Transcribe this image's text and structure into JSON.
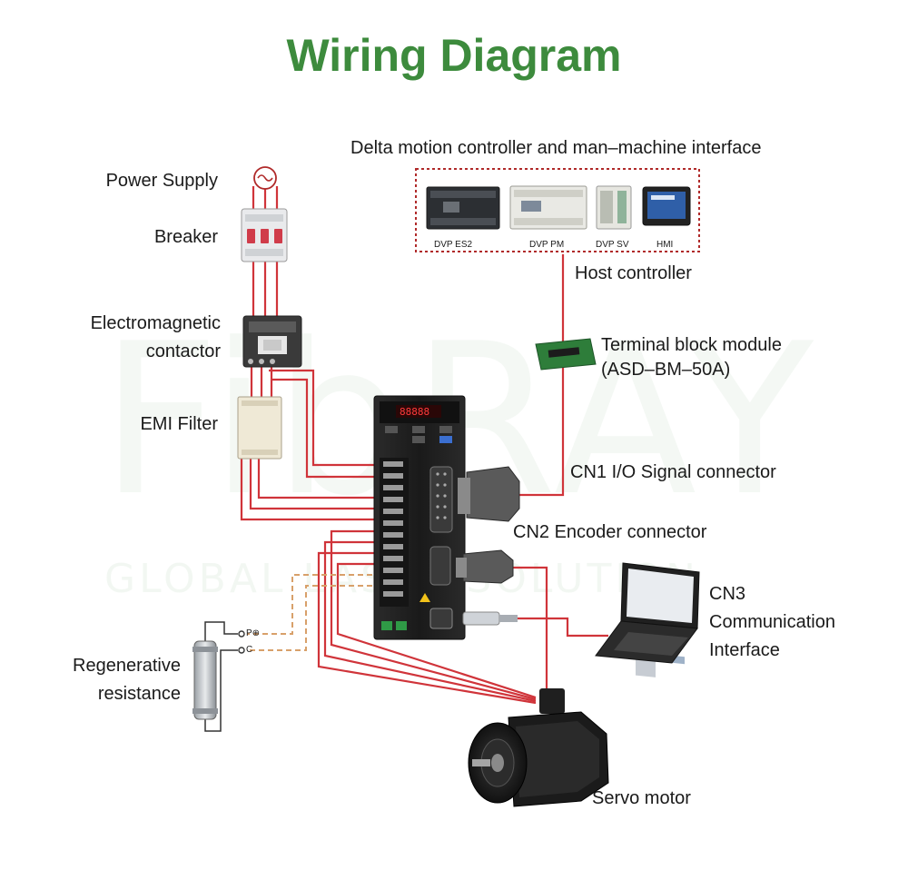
{
  "title": "Wiring Diagram",
  "watermark": {
    "brand": "FibRAY",
    "tagline": "GLOBAL LASER SOLUTION"
  },
  "labels": {
    "power_supply": "Power Supply",
    "breaker": "Breaker",
    "contactor_line1": "Electromagnetic",
    "contactor_line2": "contactor",
    "emi_filter": "EMI Filter",
    "regen_line1": "Regenerative",
    "regen_line2": "resistance",
    "delta_header": "Delta motion controller and man–machine interface",
    "host_controller": "Host controller",
    "terminal_line1": "Terminal block module",
    "terminal_line2": "(ASD–BM–50A)",
    "cn1": "CN1 I/O Signal connector",
    "cn2": "CN2 Encoder connector",
    "cn3_line1": "CN3",
    "cn3_line2": "Communication",
    "cn3_line3": "Interface",
    "servo_motor": "Servo motor"
  },
  "devices": [
    "DVP ES2",
    "DVP PM",
    "DVP SV",
    "HMI"
  ],
  "terminals": {
    "p": "P⊕",
    "c": "C"
  },
  "colors": {
    "title": "#3d8b3d",
    "wire": "#d0343a",
    "dashed_wire": "#d8a06a",
    "frame_dash": "#b02a2a",
    "watermark": "#3d8b3d"
  }
}
